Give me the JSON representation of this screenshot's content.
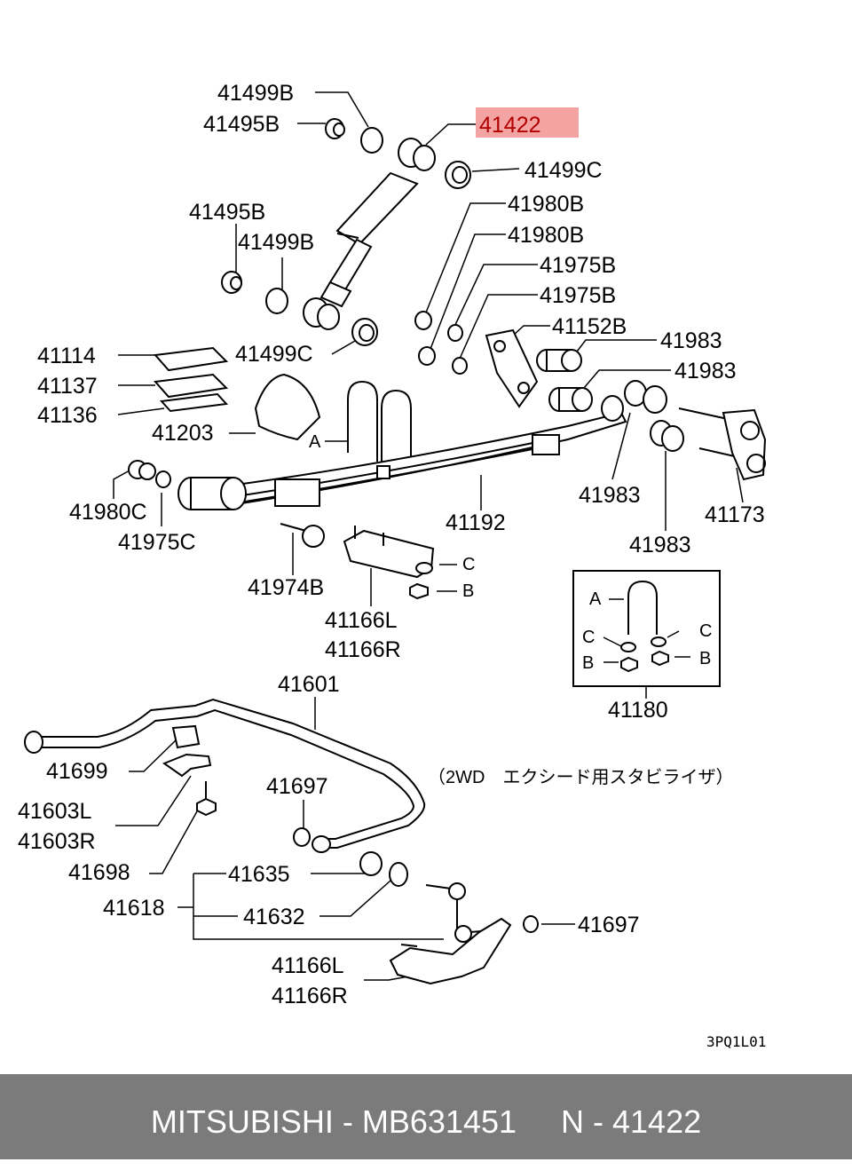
{
  "callouts": {
    "c41499b_top": "41499B",
    "c41495b_top": "41495B",
    "c41422": "41422",
    "c41499c_top": "41499C",
    "c41495b_mid": "41495B",
    "c41499b_mid": "41499B",
    "c41980b_1": "41980B",
    "c41980b_2": "41980B",
    "c41975b_1": "41975B",
    "c41975b_2": "41975B",
    "c41152b": "41152B",
    "c41983_1": "41983",
    "c41983_2": "41983",
    "c41983_3": "41983",
    "c41983_4": "41983",
    "c41114": "41114",
    "c41137": "41137",
    "c41136": "41136",
    "c41499c_mid": "41499C",
    "c41203": "41203",
    "c_a1": "A",
    "c41173": "41173",
    "c41980c": "41980C",
    "c41975c": "41975C",
    "c41192": "41192",
    "c41974b": "41974B",
    "c41166l_1": "41166L",
    "c41166r_1": "41166R",
    "c_c1": "C",
    "c_b1": "B",
    "c_a2": "A",
    "c_c2": "C",
    "c_c3": "C",
    "c_b2": "B",
    "c_b3": "B",
    "c41180": "41180",
    "c41601": "41601",
    "c41699": "41699",
    "c41603l": "41603L",
    "c41603r": "41603R",
    "c41698": "41698",
    "c41697_1": "41697",
    "c41697_2": "41697",
    "c41635": "41635",
    "c41618": "41618",
    "c41632": "41632",
    "c41166l_2": "41166L",
    "c41166r_2": "41166R"
  },
  "note_text": "（2WD　エクシード用スタビライザ）",
  "diagram_code": "3PQ1L01",
  "highlight_color": "#f4a3a3",
  "footer": {
    "text": "MITSUBISHI - MB631451     N - 41422"
  }
}
